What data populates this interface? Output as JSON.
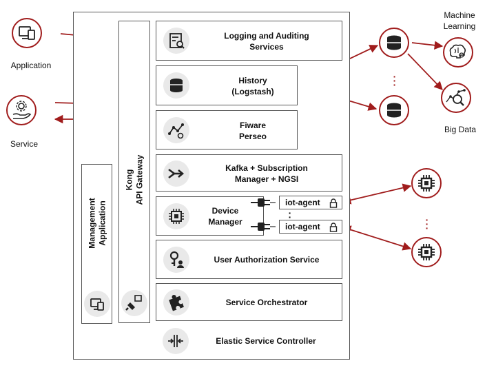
{
  "external": {
    "application": "Application",
    "service": "Service",
    "machine_learning": [
      "Machine",
      "Learning"
    ],
    "big_data": "Big Data"
  },
  "gateway": {
    "lines": [
      "Kong",
      "API Gateway"
    ]
  },
  "management": {
    "lines": [
      "Management",
      "Application"
    ]
  },
  "modules": {
    "logging": [
      "Logging and Auditing",
      "Services"
    ],
    "history": [
      "History",
      "(Logstash)"
    ],
    "fiware": [
      "Fiware",
      "Perseo"
    ],
    "kafka": [
      "Kafka + Subscription",
      "Manager + NGSI"
    ],
    "device_manager": [
      "Device",
      "Manager"
    ],
    "user_auth": "User Authorization Service",
    "orchestrator": "Service Orchestrator",
    "elastic": "Elastic Service Controller"
  },
  "iot_agents": [
    "iot-agent",
    "iot-agent"
  ],
  "icons": {
    "application": "devices-icon",
    "service": "gear-hand-icon",
    "logging": "log-search-icon",
    "history": "database-icon",
    "fiware": "network-gears-icon",
    "kafka": "merge-arrows-icon",
    "device_manager": "chip-icon",
    "user_auth": "key-user-icon",
    "orchestrator": "puzzle-icon",
    "elastic": "compress-icon",
    "gateway": "plug-icon",
    "management": "devices-icon",
    "iot_agent": "lock-icon",
    "plug": "plug-icon",
    "external_db": "database-icon",
    "machine_learning": "brain-icon",
    "big_data": "chart-magnifier-icon",
    "device": "chip-icon"
  },
  "colors": {
    "accent": "#a01c1c",
    "border": "#555555",
    "icon_bg": "#e9e9e9"
  }
}
